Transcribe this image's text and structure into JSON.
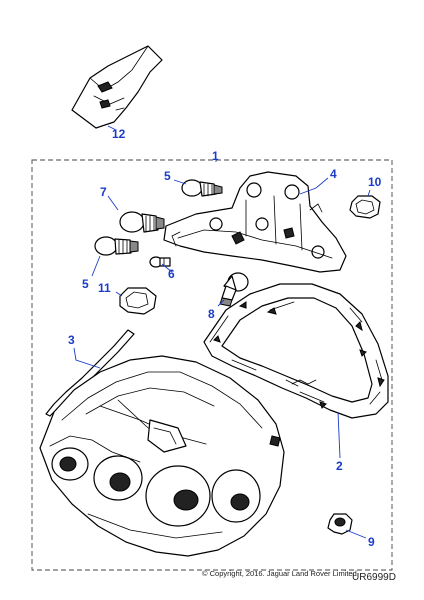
{
  "callouts": {
    "c1": "1",
    "c2": "2",
    "c3": "3",
    "c4": "4",
    "c5a": "5",
    "c5b": "5",
    "c6": "6",
    "c7": "7",
    "c8": "8",
    "c9": "9",
    "c10": "10",
    "c11": "11",
    "c12": "12"
  },
  "footer": {
    "copyright": "© Copyright, 2016. Jaguar Land Rover Limited.",
    "reference": "UR6999D"
  },
  "colors": {
    "callout": "#1a3cc8",
    "line": "#000000",
    "background": "#ffffff"
  }
}
